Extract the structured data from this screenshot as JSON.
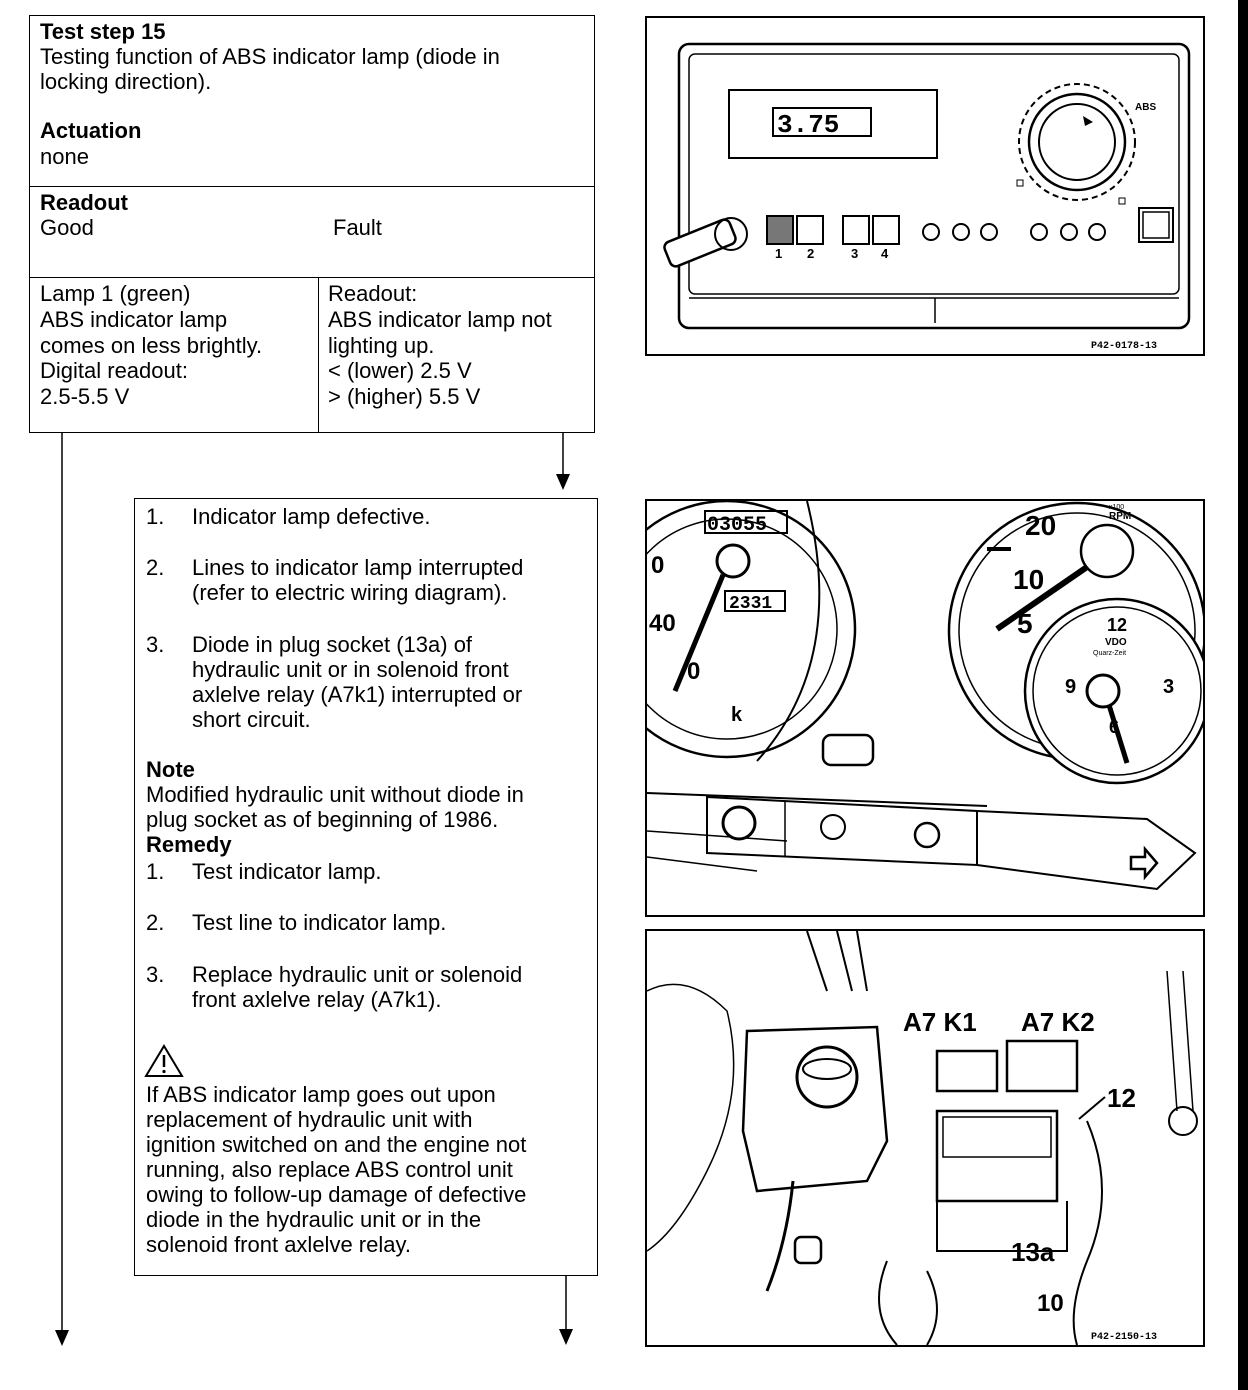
{
  "test_step": {
    "title": "Test step 15",
    "desc_1": "Testing function of ABS indicator lamp (diode in",
    "desc_2": "locking direction).",
    "actuation_label": "Actuation",
    "actuation_value": "none"
  },
  "readout": {
    "label": "Readout",
    "good_label": "Good",
    "fault_label": "Fault"
  },
  "good": {
    "line_1": "Lamp 1 (green)",
    "line_2": "ABS indicator lamp",
    "line_3": "comes on less brightly.",
    "line_4": "Digital readout:",
    "line_5": "2.5-5.5 V"
  },
  "fault": {
    "line_1": "Readout:",
    "line_2": "ABS indicator lamp not",
    "line_3": "lighting up.",
    "line_4": "< (lower) 2.5 V",
    "line_5": "> (higher) 5.5 V"
  },
  "causes": [
    {
      "num": "1.",
      "lines": [
        "Indicator lamp defective."
      ]
    },
    {
      "num": "2.",
      "lines": [
        "Lines to indicator lamp interrupted",
        "(refer to electric wiring diagram)."
      ]
    },
    {
      "num": "3.",
      "lines": [
        "Diode in plug socket (13a) of",
        "hydraulic unit or in solenoid front",
        "axlelve relay (A7k1) interrupted or",
        "short circuit."
      ]
    }
  ],
  "note": {
    "label": "Note",
    "line_1": "Modified hydraulic unit without diode in",
    "line_2": "plug socket as of beginning of 1986."
  },
  "remedy": {
    "label": "Remedy",
    "items": [
      {
        "num": "1.",
        "lines": [
          "Test indicator lamp."
        ]
      },
      {
        "num": "2.",
        "lines": [
          "Test line to indicator lamp."
        ]
      },
      {
        "num": "3.",
        "lines": [
          "Replace hydraulic unit or solenoid",
          "front axlelve relay (A7k1)."
        ]
      }
    ]
  },
  "warning": {
    "icon": "warning-triangle-icon",
    "lines": [
      "If ABS indicator lamp goes out upon",
      "replacement of hydraulic unit with",
      "ignition switched on and the engine not",
      "running, also replace ABS control unit",
      "owing to follow-up damage of defective",
      "diode in the hydraulic unit or in the",
      "solenoid front axlelve relay."
    ]
  },
  "fig_tester": {
    "display": "3.75",
    "lamp_numbers": [
      "1",
      "2",
      "3",
      "4"
    ],
    "dial_label": "ABS",
    "ref": "P42-0178-13"
  },
  "fig_cluster": {
    "odometer": "03055",
    "trip": "2331",
    "rpm_label": "RPM",
    "rpm_sub": "x100",
    "marks": [
      "20",
      "10",
      "5"
    ],
    "speed_marks": [
      "0",
      "40",
      "0"
    ],
    "clock_12": "12",
    "clock_3": "3",
    "clock_9": "9",
    "clock_6": "6",
    "clock_brand": "VDO",
    "clock_sub": "Quarz-Zeit",
    "k_mark": "k"
  },
  "fig_engine": {
    "label_a7k1": "A7 K1",
    "label_a7k2": "A7 K2",
    "label_12": "12",
    "label_13a": "13a",
    "label_10": "10",
    "ref": "P42-2150-13"
  }
}
